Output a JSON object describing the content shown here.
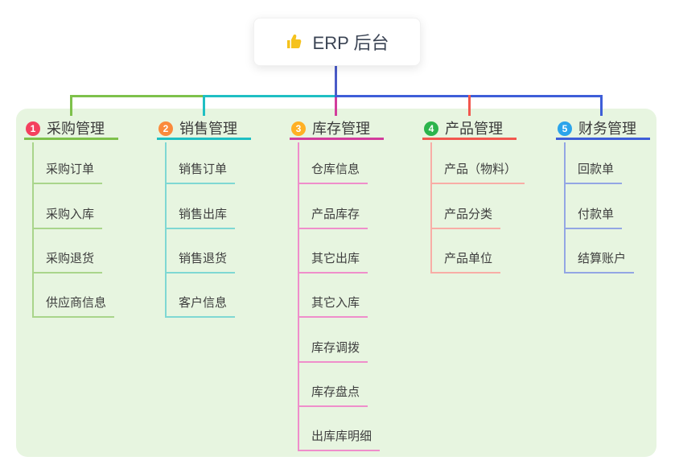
{
  "root": {
    "label": "ERP 后台",
    "icon": "thumbs-up-icon"
  },
  "colors": {
    "page_bg": "#FFFFFF",
    "panel_bg": "#E7F5E0",
    "trunk": "#4A5BC8",
    "root_text": "#3B4454",
    "icon_gold": "#F5C21D"
  },
  "branches": [
    {
      "index": "1",
      "label": "采购管理",
      "color": "#7EC14B",
      "color_light": "#A9D58B",
      "badge_color": "#F4405E",
      "children": [
        "采购订单",
        "采购入库",
        "采购退货",
        "供应商信息"
      ]
    },
    {
      "index": "2",
      "label": "销售管理",
      "color": "#1FBFC3",
      "color_light": "#7FD8D3",
      "badge_color": "#FB8A3C",
      "children": [
        "销售订单",
        "销售出库",
        "销售退货",
        "客户信息"
      ]
    },
    {
      "index": "3",
      "label": "库存管理",
      "color": "#D23C9C",
      "color_light": "#EF8ECB",
      "badge_color": "#FFB024",
      "children": [
        "仓库信息",
        "产品库存",
        "其它出库",
        "其它入库",
        "库存调拨",
        "库存盘点",
        "出库库明细"
      ]
    },
    {
      "index": "4",
      "label": "产品管理",
      "color": "#F2574E",
      "color_light": "#F8ADA6",
      "badge_color": "#2CB44C",
      "children": [
        "产品（物料）",
        "产品分类",
        "产品单位"
      ]
    },
    {
      "index": "5",
      "label": "财务管理",
      "color": "#3E5ED8",
      "color_light": "#93A6E4",
      "badge_color": "#2BA4EB",
      "children": [
        "回款单",
        "付款单",
        "结算账户"
      ]
    }
  ]
}
